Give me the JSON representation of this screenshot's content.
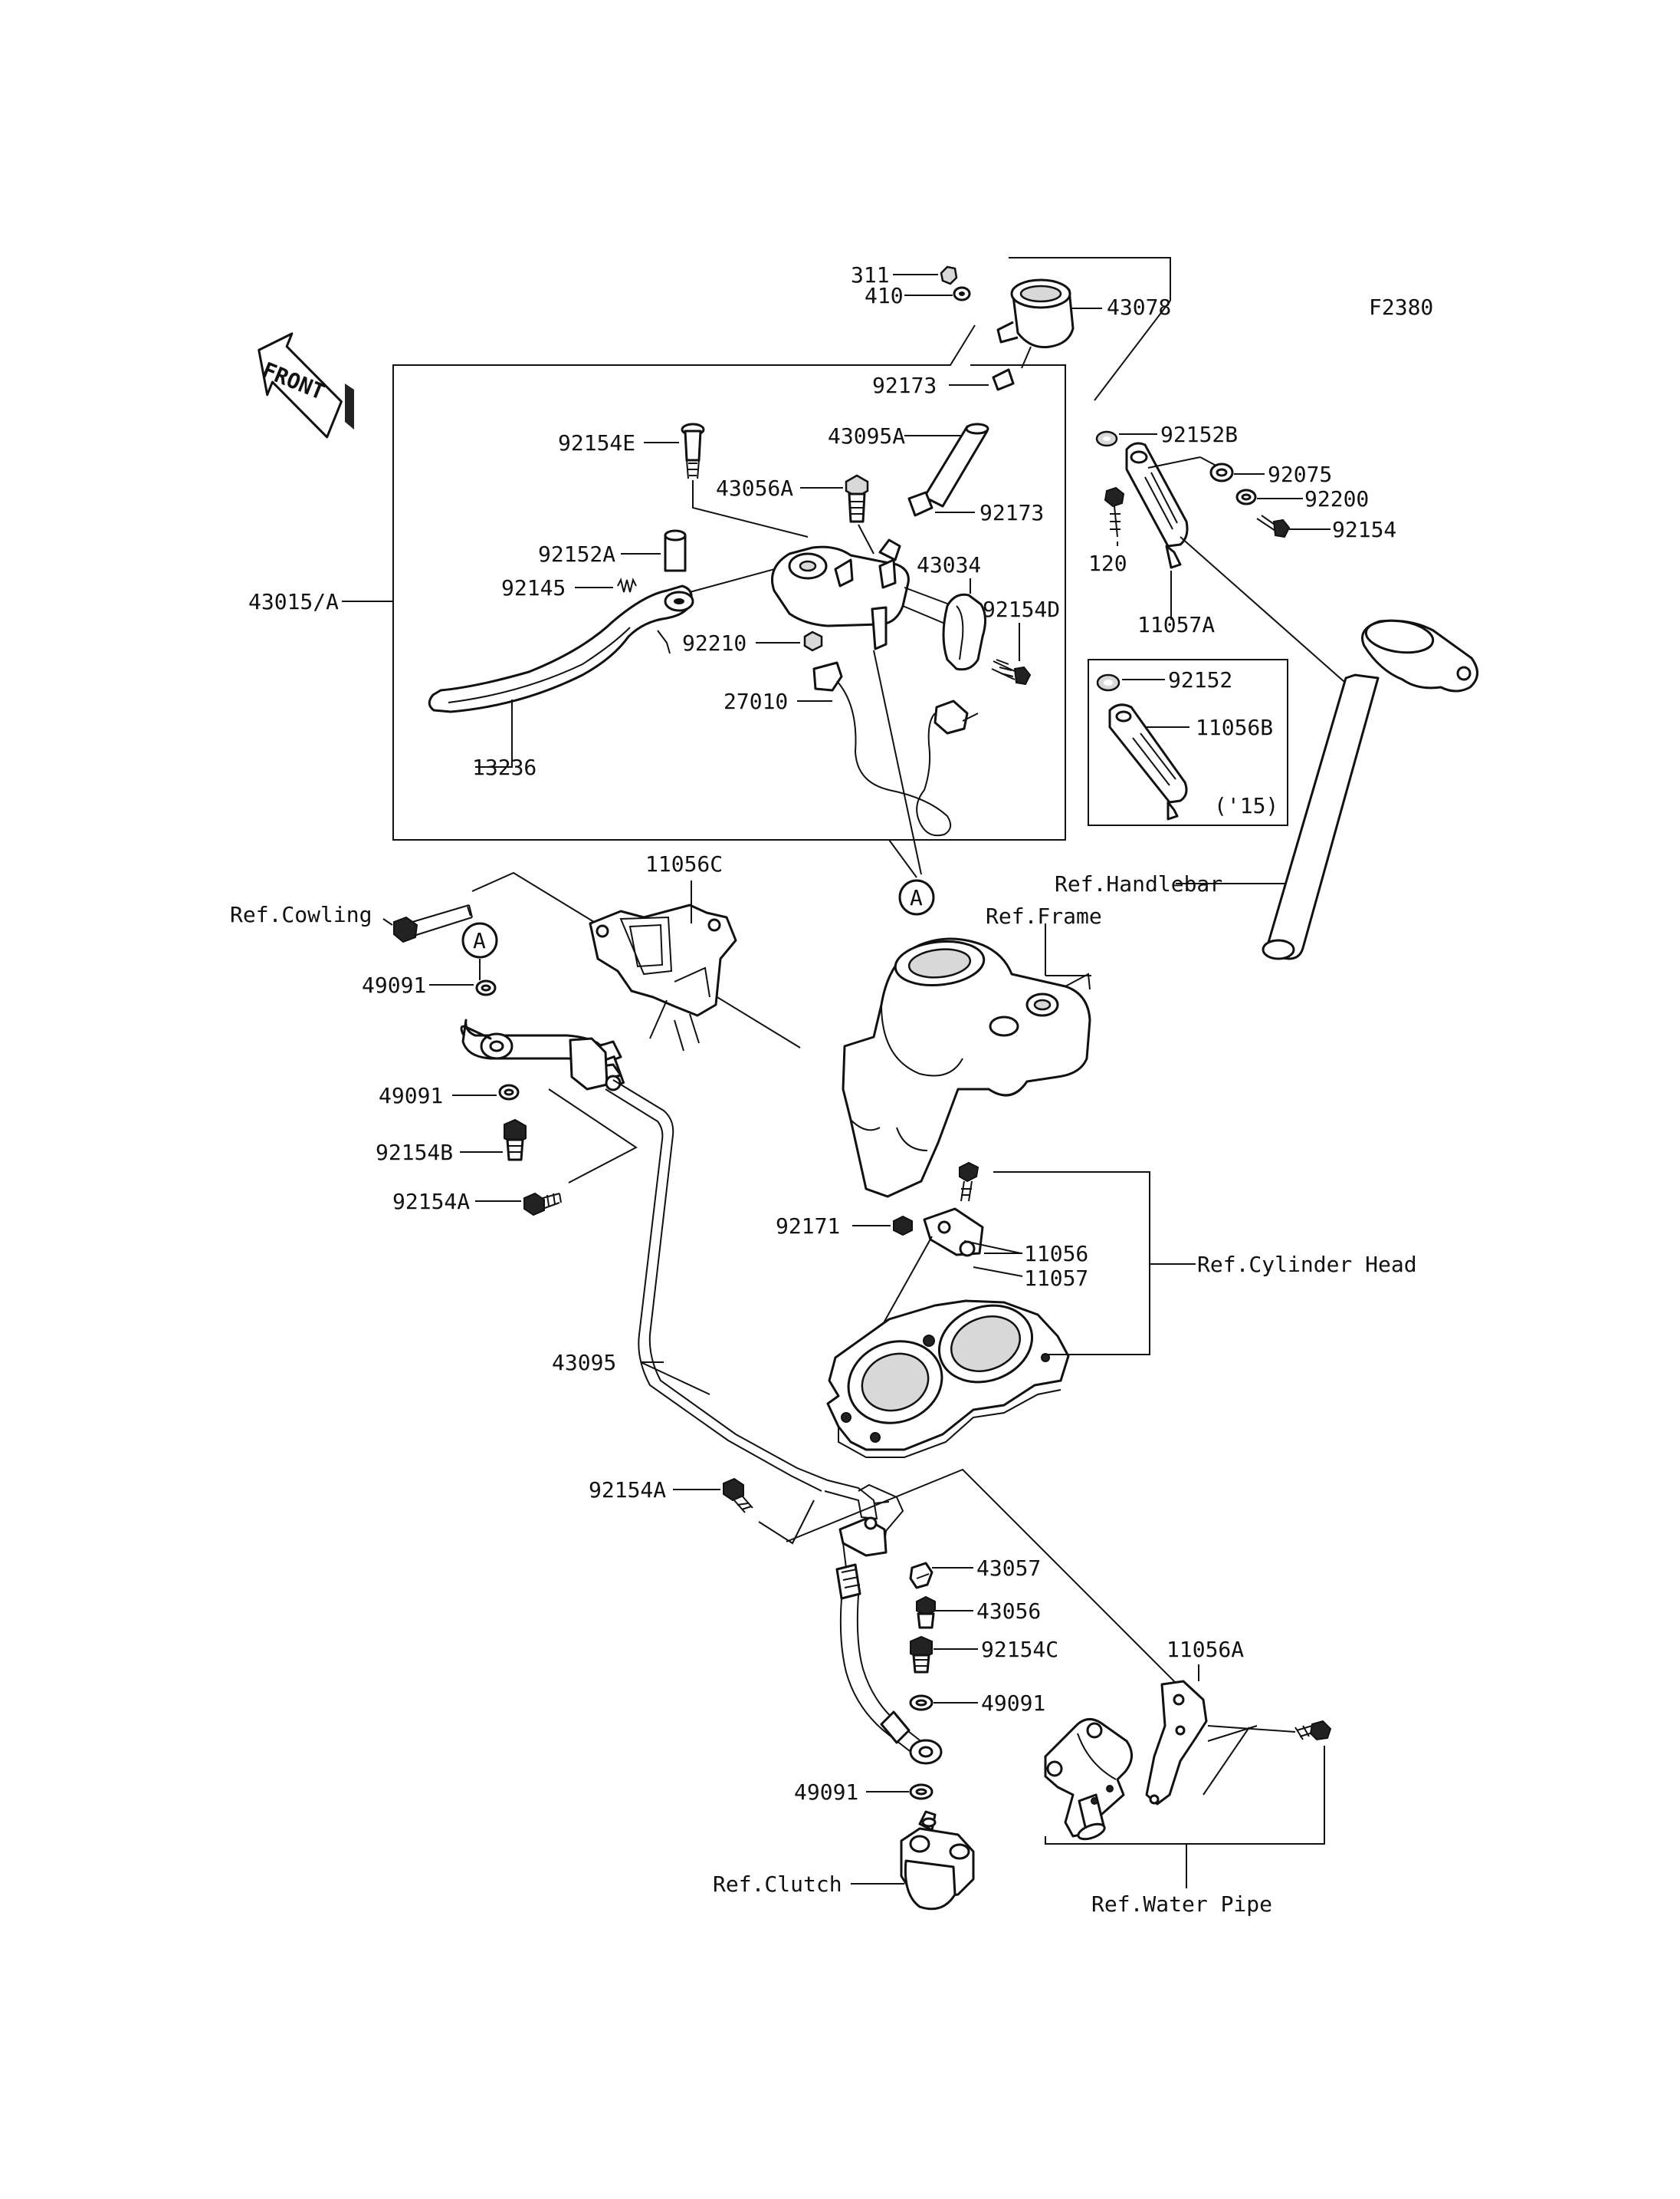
{
  "diagram_code": "F2380",
  "front_label": "FRONT",
  "callout_letter": "A",
  "year_note": "('15)",
  "refs": {
    "cowling": "Ref.Cowling",
    "frame": "Ref.Frame",
    "handlebar": "Ref.Handlebar",
    "cylinder_head": "Ref.Cylinder Head",
    "clutch": "Ref.Clutch",
    "water_pipe": "Ref.Water Pipe"
  },
  "parts": {
    "p311": "311",
    "p410": "410",
    "p43078": "43078",
    "p92173a": "92173",
    "p43095A": "43095A",
    "p92154E": "92154E",
    "p43056A": "43056A",
    "p92173b": "92173",
    "p92152A": "92152A",
    "p92145": "92145",
    "p43034": "43034",
    "p43015A": "43015/A",
    "p92154D": "92154D",
    "p92210": "92210",
    "p27010": "27010",
    "p13236": "13236",
    "p92152B": "92152B",
    "p92075": "92075",
    "p92200": "92200",
    "p92154": "92154",
    "p120": "120",
    "p11057A": "11057A",
    "p92152": "92152",
    "p11056B": "11056B",
    "p11056C": "11056C",
    "p49091a": "49091",
    "p49091b": "49091",
    "p92154B": "92154B",
    "p92154Aa": "92154A",
    "p92171": "92171",
    "p11056": "11056",
    "p11057": "11057",
    "p43095": "43095",
    "p92154Ab": "92154A",
    "p43057": "43057",
    "p43056": "43056",
    "p92154C": "92154C",
    "p49091c": "49091",
    "p49091d": "49091",
    "p11056A": "11056A"
  }
}
